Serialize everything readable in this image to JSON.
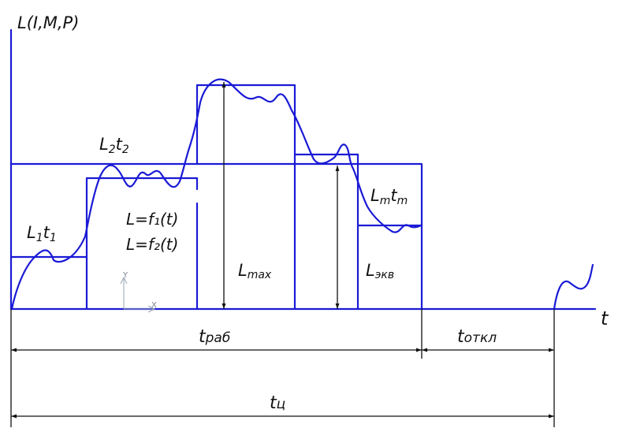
{
  "labels": {
    "y_axis": "L(I,M,P)",
    "x_axis": "t",
    "L1t1": {
      "L": "L",
      "sub1": "1",
      "t": "t",
      "sub2": "1"
    },
    "L2t2": {
      "L": "L",
      "sub1": "2",
      "t": "t",
      "sub2": "2"
    },
    "Lmtm": {
      "L": "L",
      "sub1": "m",
      "t": "t",
      "sub2": "m"
    },
    "formula1": "L=f₁(t)",
    "formula2": "L=f₂(t)",
    "Lmax": {
      "L": "L",
      "sub": "max"
    },
    "Lekv": {
      "L": "L",
      "sub": "экв"
    },
    "t_rab": {
      "t": "t",
      "sub": "раб"
    },
    "t_otkl": {
      "t": "t",
      "sub": "откл"
    },
    "t_c": {
      "t": "t",
      "sub": "ц"
    }
  },
  "ucs": {
    "y": "Y",
    "x": "X"
  },
  "colors": {
    "ink": "#1a1ad6",
    "dims": "#111111"
  }
}
